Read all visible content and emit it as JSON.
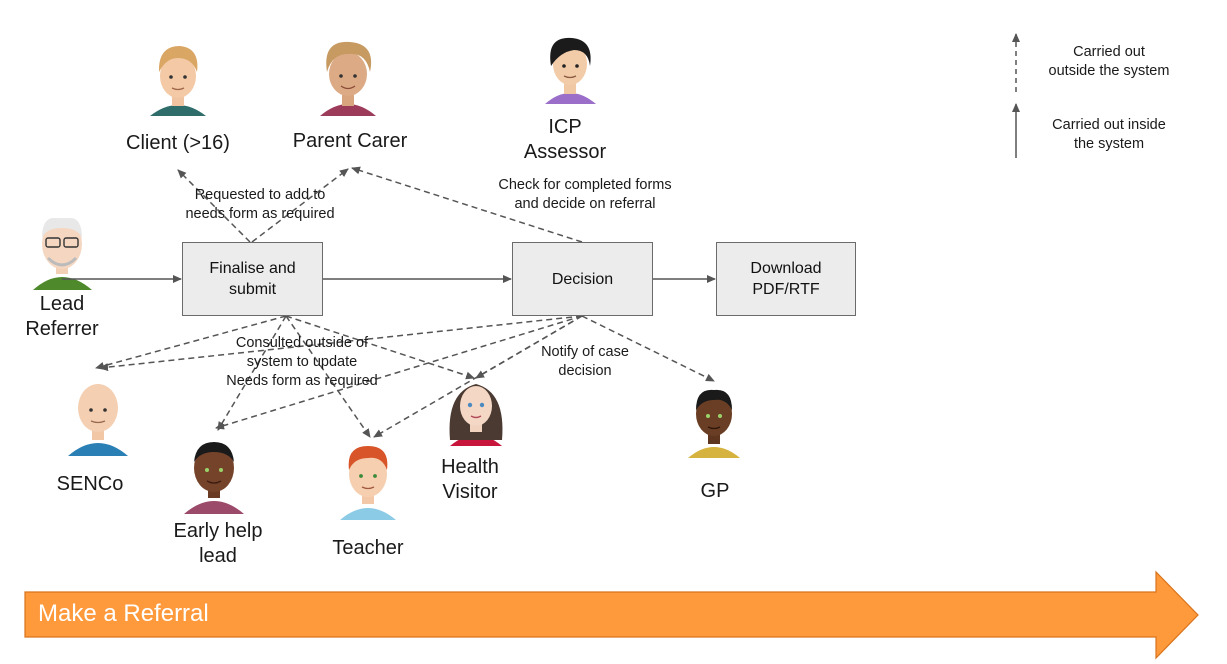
{
  "actors": {
    "client": "Client (>16)",
    "parent_carer": "Parent Carer",
    "icp_assessor": [
      "ICP",
      "Assessor"
    ],
    "lead_referrer": [
      "Lead",
      "Referrer"
    ],
    "senco": "SENCo",
    "early_help_lead": [
      "Early help",
      "lead"
    ],
    "teacher": "Teacher",
    "health_visitor": [
      "Health",
      "Visitor"
    ],
    "gp": "GP"
  },
  "process": {
    "finalise": [
      "Finalise and",
      "submit"
    ],
    "decision": "Decision",
    "download": [
      "Download",
      "PDF/RTF"
    ]
  },
  "notes": {
    "requested": [
      "Requested to add to",
      "needs form as required"
    ],
    "check": [
      "Check for completed forms",
      "and decide on referral"
    ],
    "consulted": [
      "Consulted outside of",
      "system to update",
      "Needs form as required"
    ],
    "notify": [
      "Notify of case",
      "decision"
    ]
  },
  "legend": {
    "outside": [
      "Carried out",
      "outside the system"
    ],
    "inside": [
      "Carried out inside",
      "the system"
    ]
  },
  "banner": {
    "label": "Make a Referral",
    "color": "#FF9A3C",
    "border_color": "#D9731C"
  },
  "icons": [
    "client-avatar-icon",
    "parent-carer-avatar-icon",
    "icp-assessor-avatar-icon",
    "lead-referrer-avatar-icon",
    "senco-avatar-icon",
    "early-help-lead-avatar-icon",
    "teacher-avatar-icon",
    "health-visitor-avatar-icon",
    "gp-avatar-icon"
  ]
}
